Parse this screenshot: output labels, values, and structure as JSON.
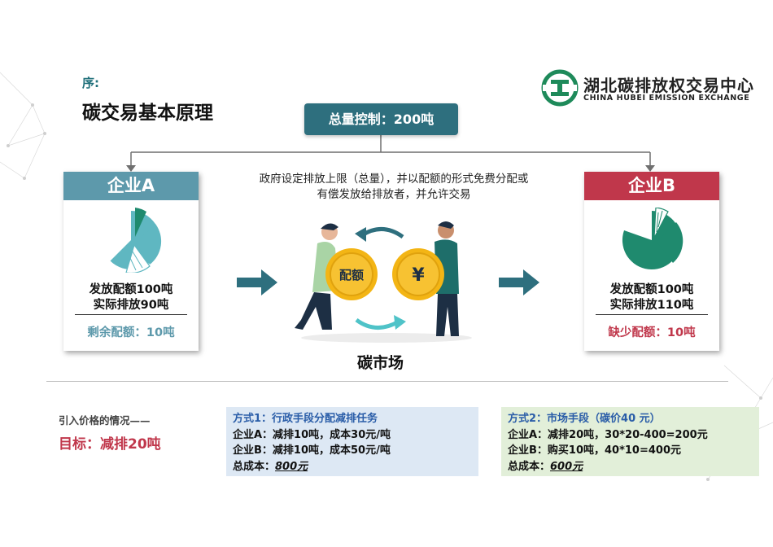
{
  "header": {
    "prefix": "序:",
    "title": "碳交易基本原理"
  },
  "logo": {
    "name_cn": "湖北碳排放权交易中心",
    "name_en": "CHINA HUBEI EMISSION EXCHANGE"
  },
  "total_control": "总量控制：200吨",
  "description": {
    "line1": "政府设定排放上限（总量），并以配额的形式免费分配或",
    "line2": "有偿发放给排放者，并允许交易"
  },
  "enterprise_a": {
    "name": "企业A",
    "issued": "发放配额100吨",
    "actual": "实际排放90吨",
    "result": "剩余配额：10吨"
  },
  "enterprise_b": {
    "name": "企业B",
    "issued": "发放配额100吨",
    "actual": "实际排放110吨",
    "result": "缺少配额：10吨"
  },
  "market": {
    "coin_quota": "配额",
    "coin_yuan": "¥",
    "label": "碳市场"
  },
  "pricing": {
    "intro": "引入价格的情况——",
    "goal": "目标：减排20吨"
  },
  "method1": {
    "title": "方式1：行政手段分配减排任务",
    "line_a": "企业A：减排10吨，成本30元/吨",
    "line_b": "企业B：减排10吨，成本50元/吨",
    "total_label": "总成本：",
    "total_value": "800元"
  },
  "method2": {
    "title": "方式2：市场手段（碳价40 元）",
    "line_a": "企业A：减排20吨，30*20-400=200元",
    "line_b": "企业B：购买10吨，40*10=400元",
    "total_label": "总成本：",
    "total_value": "600元"
  },
  "colors": {
    "teal": "#2e6f7e",
    "enterprise_a": "#5d99ab",
    "enterprise_b": "#c0374b",
    "pie_a": "#5fb7c1",
    "pie_b": "#1f8a6e",
    "accent_green": "#1e8a5a",
    "method1_bg": "#dde8f4",
    "method2_bg": "#e2efd9"
  }
}
